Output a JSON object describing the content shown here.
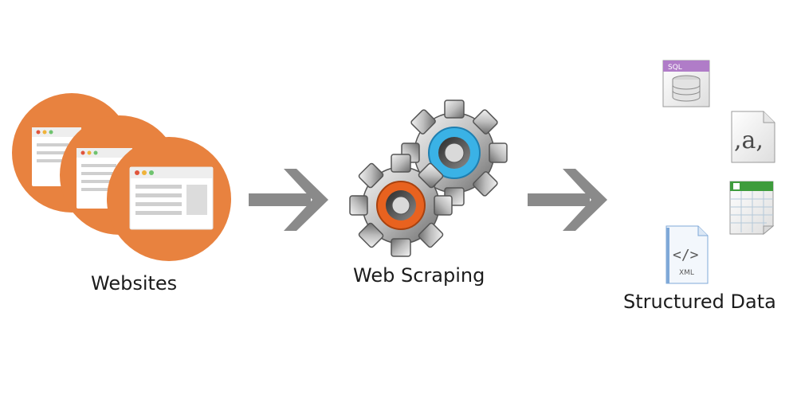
{
  "stages": {
    "websites_label": "Websites",
    "scraping_label": "Web Scraping",
    "structured_label": "Structured Data"
  },
  "icons": {
    "sql_text": "SQL",
    "csv_text": ",a,",
    "xml_text": "XML",
    "xml_symbol": "</>"
  },
  "colors": {
    "website_circle": "#E8823F",
    "arrow": "#8A8A8A",
    "gear_blue": "#3AB2E6",
    "gear_orange": "#E8621F",
    "sql_header": "#B07CC8",
    "spreadsheet_header": "#3E9C3C",
    "xml_blue": "#7FA9D8"
  }
}
